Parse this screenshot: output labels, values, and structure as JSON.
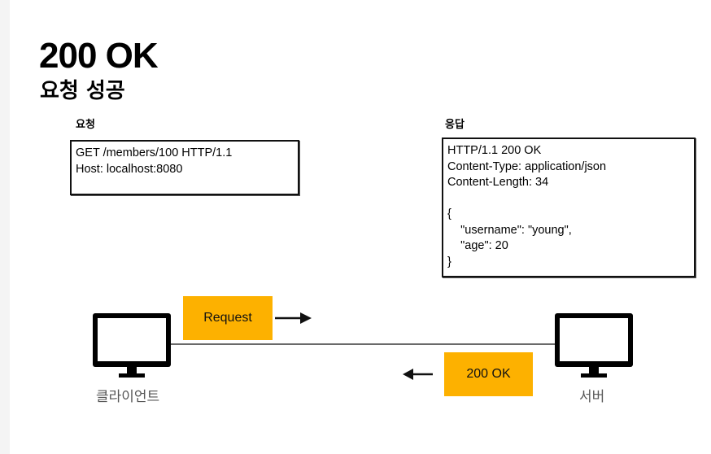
{
  "slide": {
    "title": "200 OK",
    "subtitle": "요청 성공"
  },
  "request": {
    "label": "요청",
    "lines": [
      "GET /members/100 HTTP/1.1",
      "Host: localhost:8080"
    ]
  },
  "response": {
    "label": "응답",
    "lines": [
      "HTTP/1.1 200 OK",
      "Content-Type: application/json",
      "Content-Length: 34",
      "",
      "{",
      "    \"username\": \"young\",",
      "    \"age\": 20",
      "}"
    ]
  },
  "diagram": {
    "client_label": "클라이언트",
    "server_label": "서버",
    "request_tag": "Request",
    "response_tag": "200 OK",
    "tag_color": "#fdb100",
    "icons": [
      "monitor-icon",
      "arrow-right-icon",
      "arrow-left-icon"
    ]
  }
}
